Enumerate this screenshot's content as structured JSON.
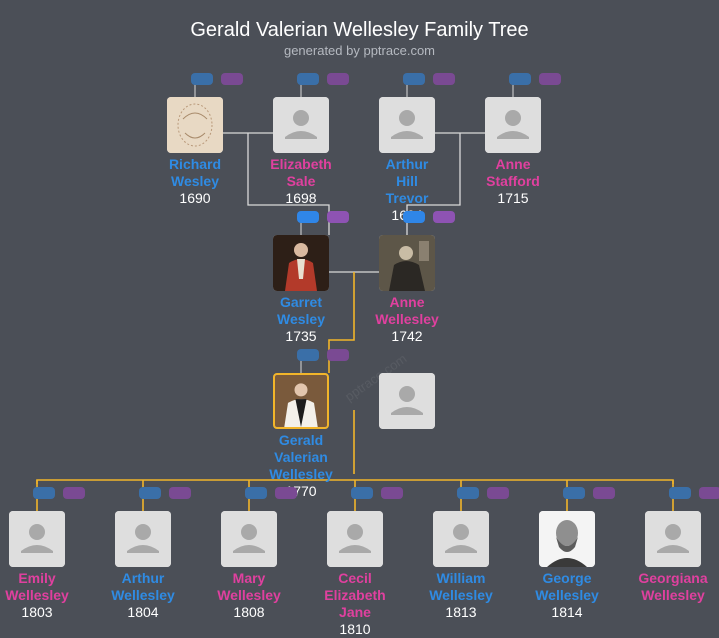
{
  "header": {
    "title": "Gerald Valerian Wellesley Family Tree",
    "subtitle": "generated by pptrace.com"
  },
  "watermark": "pptrace.com",
  "colors": {
    "background": "#4b4f57",
    "male": "#2f8be3",
    "female": "#e0409f",
    "line": "#d9d9d9",
    "descent_line": "#f2b52a"
  },
  "people": {
    "richard": {
      "name_lines": [
        "Richard",
        "Wesley"
      ],
      "year": "1690",
      "gender": "male",
      "photo": "hand-drawn-sketch"
    },
    "elizabeth": {
      "name_lines": [
        "Elizabeth",
        "Sale"
      ],
      "year": "1698",
      "gender": "female",
      "photo": "placeholder-avatar"
    },
    "arthur_hill": {
      "name_lines": [
        "Arthur",
        "Hill",
        "Trevor"
      ],
      "year": "1694",
      "gender": "male",
      "photo": "placeholder-avatar"
    },
    "anne_stafford": {
      "name_lines": [
        "Anne",
        "Stafford"
      ],
      "year": "1715",
      "gender": "female",
      "photo": "placeholder-avatar"
    },
    "garret": {
      "name_lines": [
        "Garret",
        "Wesley"
      ],
      "year": "1735",
      "gender": "male",
      "photo": "red-coat-portrait"
    },
    "anne_wellesley": {
      "name_lines": [
        "Anne",
        "Wellesley"
      ],
      "year": "1742",
      "gender": "female",
      "photo": "dark-portrait"
    },
    "gerald": {
      "name_lines": [
        "Gerald",
        "Valerian",
        "Wellesley"
      ],
      "year": "1770",
      "gender": "male",
      "photo": "clergy-portrait",
      "focus": true
    },
    "spouse": {
      "name_lines": [],
      "year": "",
      "gender": "female",
      "photo": "placeholder-avatar"
    },
    "emily": {
      "name_lines": [
        "Emily",
        "Wellesley"
      ],
      "year": "1803",
      "gender": "female",
      "photo": "placeholder-avatar"
    },
    "arthur": {
      "name_lines": [
        "Arthur",
        "Wellesley"
      ],
      "year": "1804",
      "gender": "male",
      "photo": "placeholder-avatar"
    },
    "mary": {
      "name_lines": [
        "Mary",
        "Wellesley"
      ],
      "year": "1808",
      "gender": "female",
      "photo": "placeholder-avatar"
    },
    "cecil": {
      "name_lines": [
        "Cecil",
        "Elizabeth",
        "Jane"
      ],
      "year": "1810",
      "gender": "female",
      "photo": "placeholder-avatar"
    },
    "william": {
      "name_lines": [
        "William",
        "Wellesley"
      ],
      "year": "1813",
      "gender": "male",
      "photo": "placeholder-avatar"
    },
    "george": {
      "name_lines": [
        "George",
        "Wellesley"
      ],
      "year": "1814",
      "gender": "male",
      "photo": "engraved-portrait"
    },
    "georgiana": {
      "name_lines": [
        "Georgiana",
        "Wellesley"
      ],
      "year": "",
      "gender": "female",
      "photo": "placeholder-avatar"
    }
  }
}
